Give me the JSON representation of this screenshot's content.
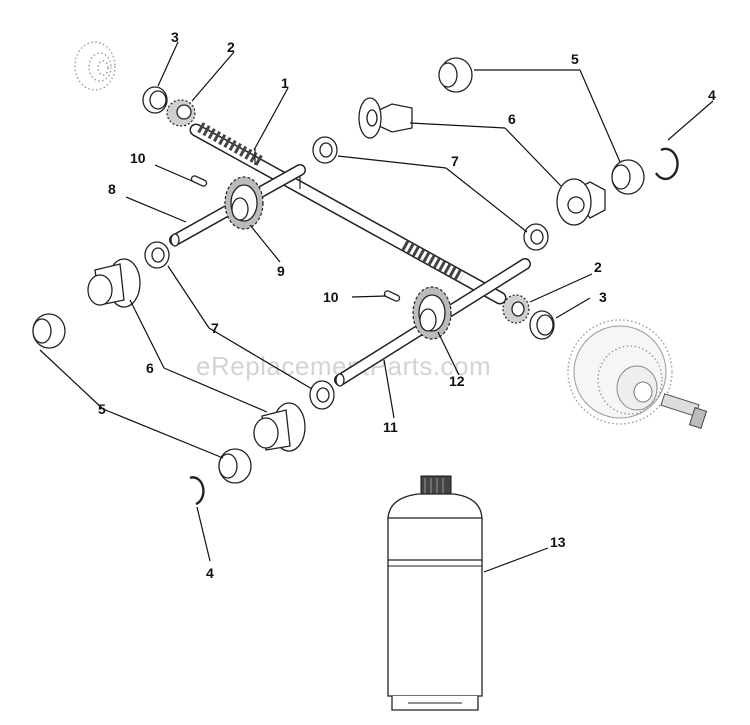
{
  "watermark": "eReplacementParts.com",
  "callouts": {
    "c1": "1",
    "c2a": "2",
    "c2b": "2",
    "c3a": "3",
    "c3b": "3",
    "c4a": "4",
    "c4b": "4",
    "c5a": "5",
    "c5b": "5",
    "c6a": "6",
    "c6b": "6",
    "c7a": "7",
    "c7b": "7",
    "c8": "8",
    "c9": "9",
    "c10a": "10",
    "c10b": "10",
    "c11": "11",
    "c12": "12",
    "c13": "13"
  }
}
